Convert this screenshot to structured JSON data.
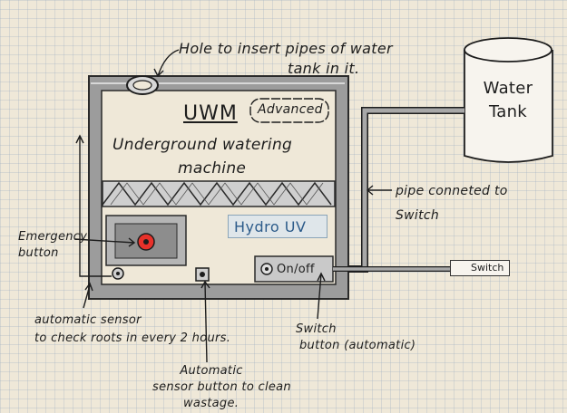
{
  "machine": {
    "title": "UWM",
    "badge": "Advanced",
    "subtitle_line1": "Underground watering",
    "subtitle_line2": "machine",
    "hydro_label": "Hydro UV",
    "onoff_label": "On/off"
  },
  "tank": {
    "label_line1": "Water",
    "label_line2": "Tank"
  },
  "switch_box": {
    "label": "Switch"
  },
  "annotations": {
    "hole_line1": "Hole to insert pipes of water",
    "hole_line2": "tank in it.",
    "pipe_line1": "pipe  conneted to",
    "pipe_line2": "Switch",
    "emergency_line1": "Emergency",
    "emergency_line2": "button",
    "sensor_roots_line1": "automatic  sensor",
    "sensor_roots_line2": "to check roots in every 2 hours.",
    "switch_button_line1": "Switch",
    "switch_button_line2": "button (automatic)",
    "clean_line1": "Automatic",
    "clean_line2": "sensor button to clean",
    "clean_line3": "wastage."
  },
  "colors": {
    "frame": "#9a9a9a",
    "frame_outline": "#2a2a2a",
    "emergency_button": "#e8312a",
    "hydro_text": "#2c5b8a",
    "pipe": "#999999"
  }
}
